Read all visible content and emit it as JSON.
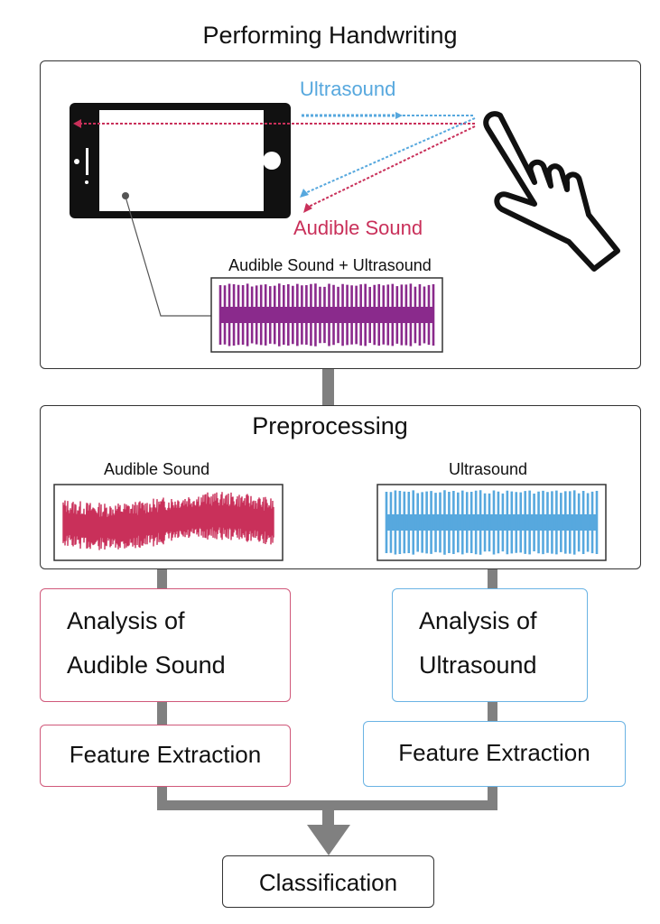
{
  "colors": {
    "audible": "#c9305a",
    "ultrasound": "#57a8de",
    "mixed": "#8a2a8c",
    "connector": "#808080",
    "border": "#333333"
  },
  "stage1": {
    "title": "Performing Handwriting",
    "ultrasound_label": "Ultrasound",
    "audible_label": "Audible Sound",
    "waveform_label": "Audible Sound + Ultrasound",
    "icons": [
      "smartphone-icon",
      "pointing-hand-icon"
    ]
  },
  "stage2": {
    "title": "Preprocessing",
    "audible_label": "Audible Sound",
    "ultrasound_label": "Ultrasound"
  },
  "analysis": {
    "audible": {
      "line1": "Analysis of",
      "line2": "Audible Sound"
    },
    "ultrasound": {
      "line1": "Analysis of",
      "line2": "Ultrasound"
    }
  },
  "features": {
    "audible": "Feature Extraction",
    "ultrasound": "Feature Extraction"
  },
  "classification": "Classification"
}
